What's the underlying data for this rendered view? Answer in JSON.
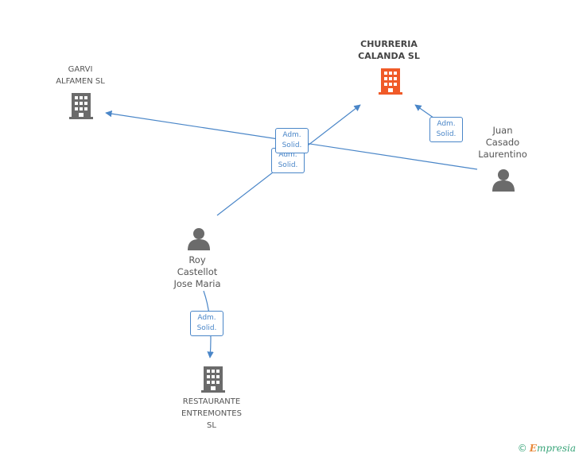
{
  "colors": {
    "edge": "#4a86c8",
    "company": "#6b6b6b",
    "main_company": "#f05a28",
    "person": "#6b6b6b",
    "brand_green": "#3aa57a",
    "brand_orange": "#e8883a"
  },
  "nodes": {
    "churreria": {
      "lines": [
        "CHURRERIA",
        "CALANDA SL"
      ],
      "icon": "building-icon",
      "highlight": true
    },
    "garvi": {
      "lines": [
        "GARVI",
        "ALFAMEN SL"
      ],
      "icon": "building-icon"
    },
    "juan": {
      "lines": [
        "Juan",
        "Casado",
        "Laurentino"
      ],
      "icon": "person-icon"
    },
    "roy": {
      "lines": [
        "Roy",
        "Castellot",
        "Jose Maria"
      ],
      "icon": "person-icon"
    },
    "restaurante": {
      "lines": [
        "RESTAURANTE",
        "ENTREMONTES",
        "SL"
      ],
      "icon": "building-icon"
    }
  },
  "edges": [
    {
      "from": "juan",
      "to": "garvi",
      "label": [
        "Adm.",
        "Solid."
      ]
    },
    {
      "from": "roy",
      "to": "churreria",
      "label": [
        "Adm.",
        "Solid."
      ]
    },
    {
      "from": "juan",
      "to": "churreria",
      "label": [
        "Adm.",
        "Solid."
      ]
    },
    {
      "from": "roy",
      "to": "restaurante",
      "label": [
        "Adm.",
        "Solid."
      ]
    }
  ],
  "footer": {
    "copyright": "©",
    "brand_first": "E",
    "brand_rest": "mpresia"
  }
}
